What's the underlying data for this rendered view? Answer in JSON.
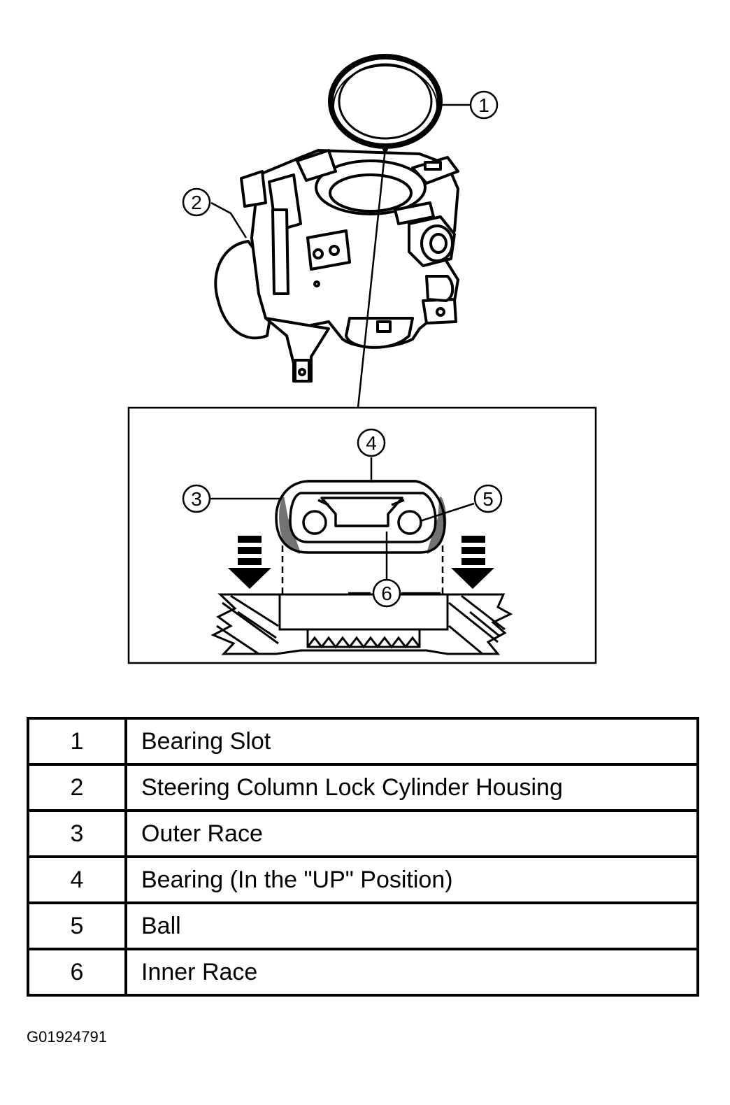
{
  "figure": {
    "callouts": [
      "1",
      "2",
      "3",
      "4",
      "5",
      "6"
    ]
  },
  "legend": {
    "rows": [
      {
        "num": "1",
        "desc": "Bearing Slot"
      },
      {
        "num": "2",
        "desc": "Steering Column Lock Cylinder Housing"
      },
      {
        "num": "3",
        "desc": "Outer Race"
      },
      {
        "num": "4",
        "desc": "Bearing (In the \"UP\" Position)"
      },
      {
        "num": "5",
        "desc": "Ball"
      },
      {
        "num": "6",
        "desc": "Inner Race"
      }
    ]
  },
  "figure_id": "G01924791"
}
